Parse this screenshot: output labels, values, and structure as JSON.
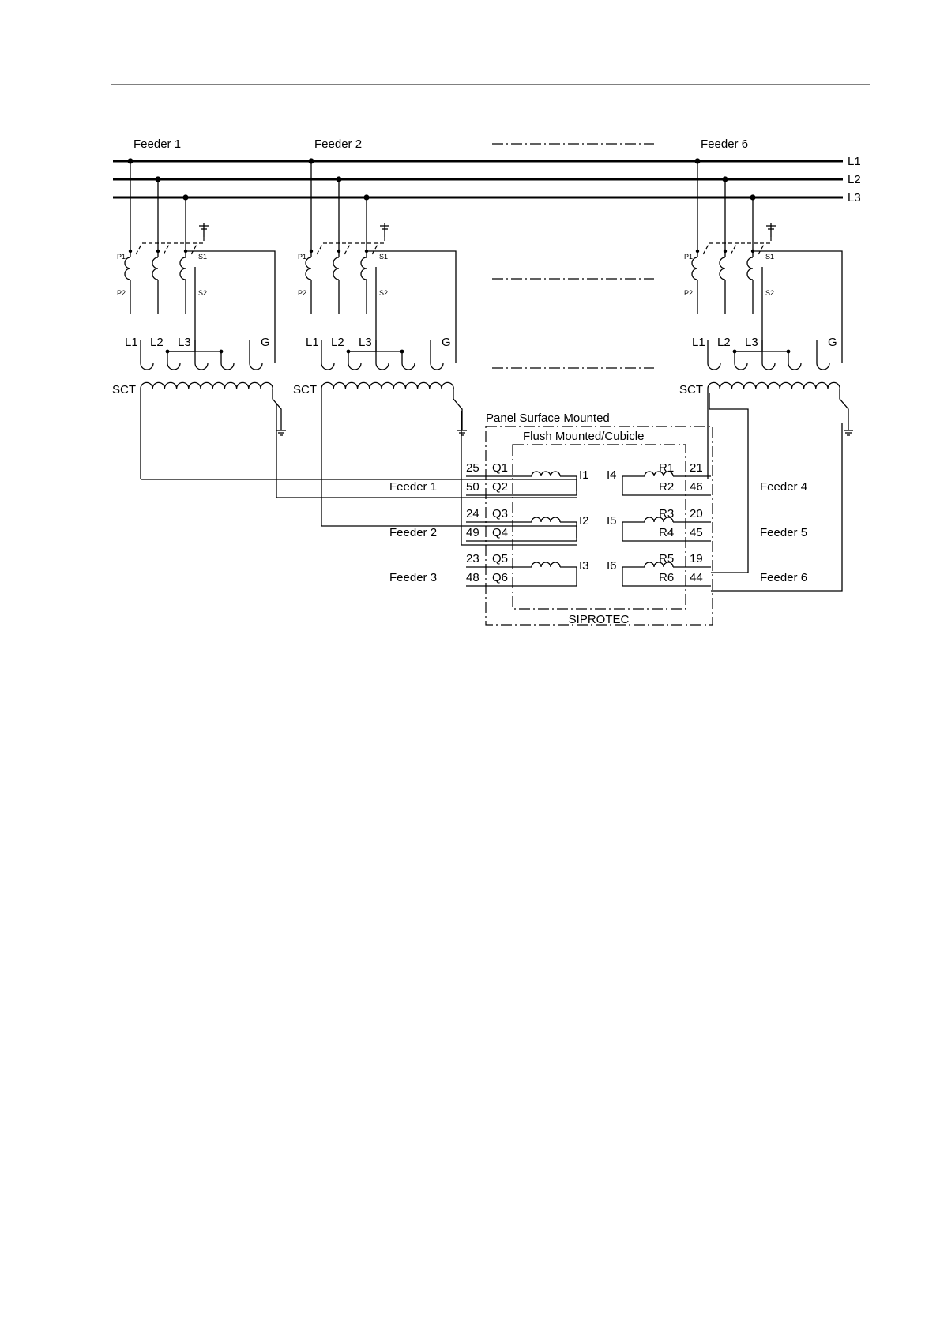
{
  "header": {
    "rule": true
  },
  "feeder_groups": [
    {
      "label": "Feeder 1"
    },
    {
      "label": "Feeder 2"
    },
    {
      "label": "Feeder 6"
    }
  ],
  "bus_labels": [
    "L1",
    "L2",
    "L3"
  ],
  "ct_labels": {
    "p1": "P1",
    "p2": "P2",
    "s1": "S1",
    "s2": "S2"
  },
  "sct": {
    "label": "SCT",
    "taps": [
      "L1",
      "L2",
      "L3",
      "G"
    ]
  },
  "device": {
    "outer_label": "Panel Surface Mounted",
    "inner_label": "Flush Mounted/Cubicle",
    "name": "SIPROTEC",
    "left_inputs": [
      {
        "t1": "25",
        "p1": "Q1",
        "t2": "50",
        "p2": "Q2",
        "input": "I1",
        "feeder": "Feeder 1"
      },
      {
        "t1": "24",
        "p1": "Q3",
        "t2": "49",
        "p2": "Q4",
        "input": "I2",
        "feeder": "Feeder 2"
      },
      {
        "t1": "23",
        "p1": "Q5",
        "t2": "48",
        "p2": "Q6",
        "input": "I3",
        "feeder": "Feeder 3"
      }
    ],
    "right_inputs": [
      {
        "t1": "21",
        "p1": "R1",
        "t2": "46",
        "p2": "R2",
        "input": "I4",
        "feeder": "Feeder 4"
      },
      {
        "t1": "20",
        "p1": "R3",
        "t2": "45",
        "p2": "R4",
        "input": "I5",
        "feeder": "Feeder 5"
      },
      {
        "t1": "19",
        "p1": "R5",
        "t2": "44",
        "p2": "R6",
        "input": "I6",
        "feeder": "Feeder 6"
      }
    ]
  }
}
